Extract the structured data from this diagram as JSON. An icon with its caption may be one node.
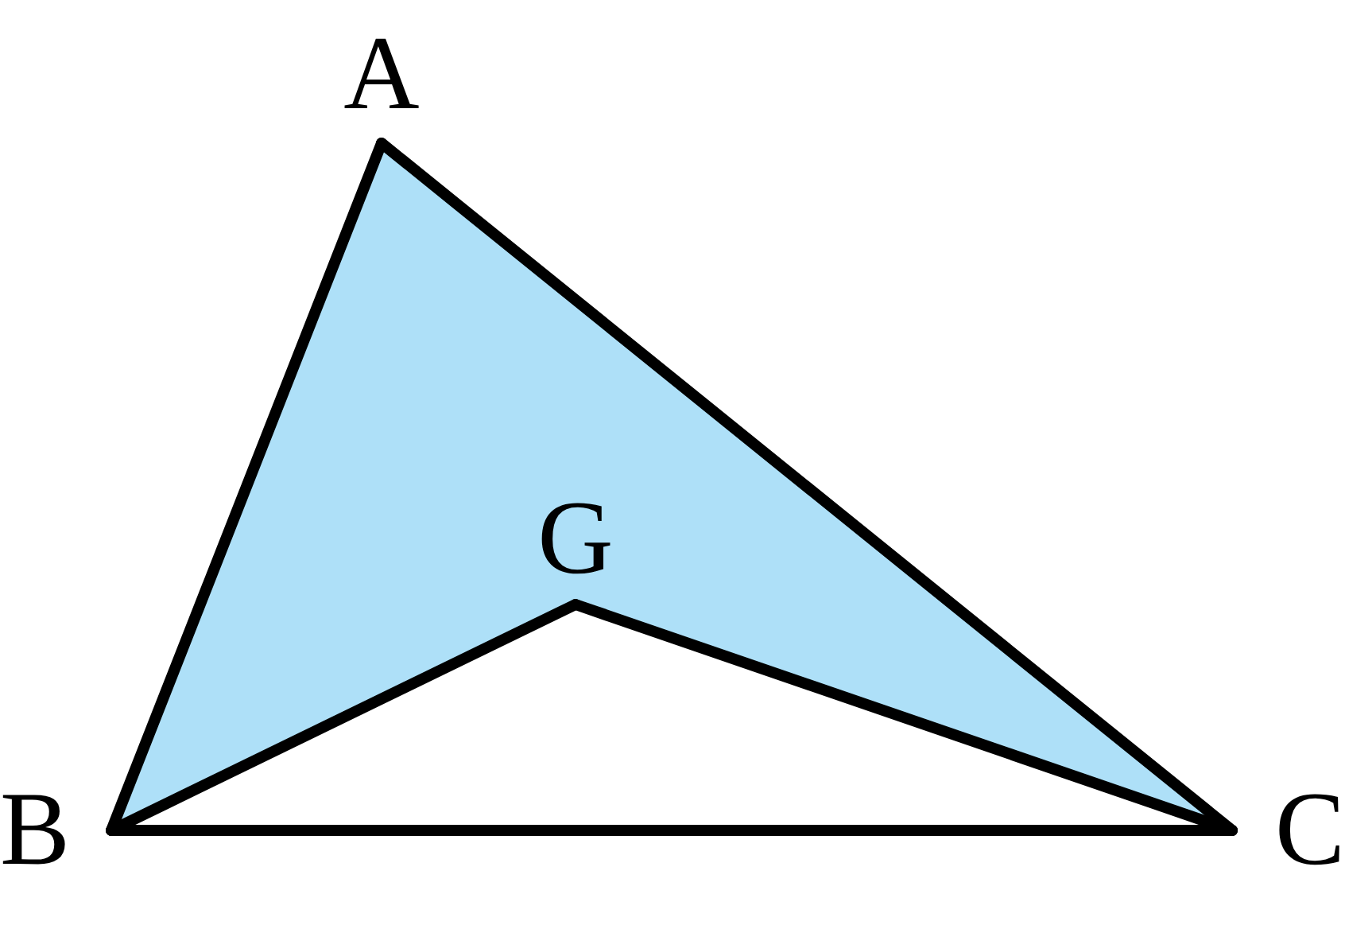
{
  "diagram": {
    "nodes": [
      {
        "text": [
          "A"
        ]
      },
      {
        "text": [
          "B"
        ]
      },
      {
        "text": [
          "C"
        ]
      },
      {
        "text": [
          "G"
        ]
      }
    ],
    "edges": [
      {
        "from": 0,
        "to": 1,
        "arrow": "none"
      },
      {
        "from": 0,
        "to": 2,
        "arrow": "none"
      },
      {
        "from": 1,
        "to": 3,
        "arrow": "none"
      },
      {
        "from": 3,
        "to": 2,
        "arrow": "none"
      },
      {
        "from": 1,
        "to": 2,
        "arrow": "none"
      }
    ]
  }
}
